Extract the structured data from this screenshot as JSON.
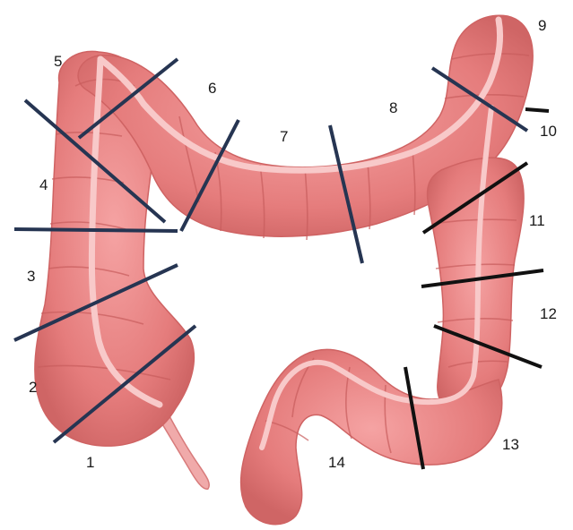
{
  "diagram": {
    "segment_labels": [
      "1",
      "2",
      "3",
      "4",
      "5",
      "6",
      "7",
      "8",
      "9",
      "10",
      "11",
      "12",
      "13",
      "14"
    ]
  },
  "colors": {
    "bowel_fill": "#ea8383",
    "bowel_dark": "#d66a6a",
    "bowel_light": "#f3a8a8",
    "taenia": "#f7c3c3",
    "line_navy": "#263552",
    "line_black": "#111111",
    "background": "#ffffff"
  }
}
